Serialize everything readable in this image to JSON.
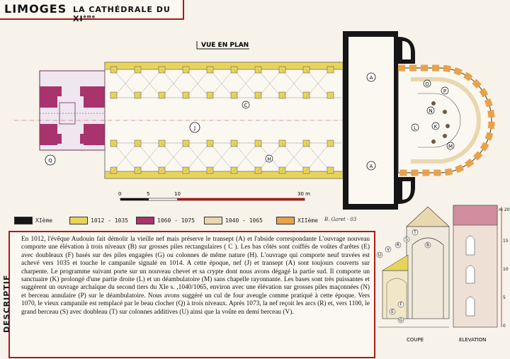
{
  "title": {
    "main": "LIMOGES",
    "sub": "LA CATHÉDRALE DU XI",
    "sub_sup": "ème"
  },
  "plan": {
    "heading": "VUE EN PLAN",
    "scale_ticks": [
      "0",
      "5",
      "10",
      "30 m"
    ],
    "labels": [
      "A",
      "A",
      "C",
      "J",
      "H",
      "Q",
      "L",
      "K",
      "N",
      "M",
      "P",
      "O"
    ]
  },
  "legend": [
    {
      "label": "XIème",
      "color": "#161616"
    },
    {
      "label": "1012 - 1035",
      "color": "#e8d45a"
    },
    {
      "label": "1060 - 1075",
      "color": "#a8336d"
    },
    {
      "label": "1040 - 1065",
      "color": "#e9d7b0"
    },
    {
      "label": "XIIème",
      "color": "#e8a24a"
    }
  ],
  "signature": "B. Garet · 03",
  "description": {
    "tab_label": "DESCRIPTIF",
    "text": "En 1012, l'évêque Audouin fait démolir la vieille nef mais préserve le transept (A) et l'abside correspondante L'ouvrage nouveau comporte une élévation à trois niveaux (B) sur grosses piles rectangulaires ( C ). Les bas côtés sont coiffés de voûtes d'arêtes (E) avec doubleaux (F) basés sur des piles engagées (G) ou colonnes de même nature (H). L'ouvrage qui comporte neuf travées est achevé vers 1035 et touche le campanile signalé en 1014. A cette époque, nef (J) et transept (A) sont toujours couverts sur charpente. Le programme suivant porte sur un nouveau chevet et sa crypte dont nous avons dégagé la partie sud. Il comporte un sanctuaire (K) prolongé d'une partie droite (L) et un déambulatoire (M) sans chapelle rayonnante. Les bases sont très puissantes et suggèrent un ouvrage archaïque du second tiers du XIe s. ,1040/1065, environ avec une élévation sur grosses piles maçonnées (N) et berceau annulaire (P) sur le déambulatoire. Nous avons suggéré un cul de four aveugle comme pratiqué à cette époque. Vers 1070, le vieux campanile est remplacé par le beau clocher (Q) à trois niveaux. Après 1073, la nef reçoit les arcs (R) et, vers 1100, le grand berceau (S) avec doubleau (T) sur colonnes additives (U) ainsi que la voûte en demi berceau (V)."
  },
  "sections": {
    "coupe_label": "COUPE",
    "elevation_label": "ELEVATION",
    "scale_marks": [
      "m 20",
      "15",
      "10",
      "5",
      "0"
    ],
    "letters": [
      "T",
      "S",
      "R",
      "V",
      "U",
      "B",
      "F",
      "E",
      "G"
    ]
  }
}
